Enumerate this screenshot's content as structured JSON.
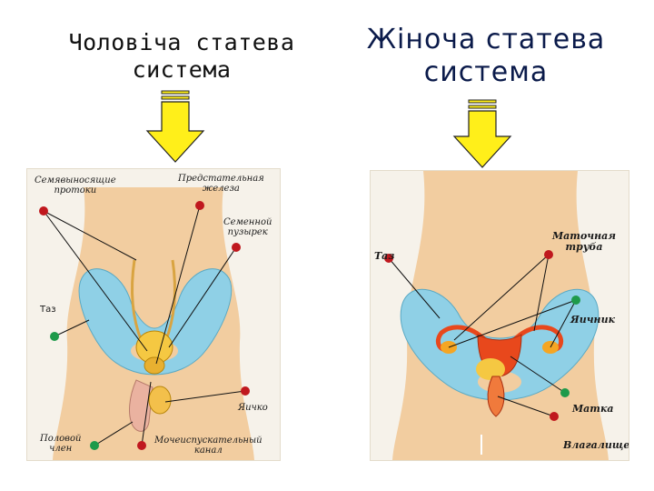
{
  "titles": {
    "left_line1": "Чоловіча статева",
    "left_line2": "система",
    "right_line1": "Жіноча статева",
    "right_line2": "система"
  },
  "male_labels": {
    "vas_deferens_1": "Семявыносящие",
    "vas_deferens_2": "протоки",
    "prostate_1": "Предстательная",
    "prostate_2": "железа",
    "seminal_1": "Семенной",
    "seminal_2": "пузырек",
    "pelvis": "Таз",
    "testicle": "Яичко",
    "penis_1": "Половой",
    "penis_2": "член",
    "urethra_1": "Мочеиспускательный",
    "urethra_2": "канал"
  },
  "female_labels": {
    "pelvis": "Таз",
    "tube_1": "Маточная",
    "tube_2": "труба",
    "ovary": "Яичник",
    "uterus": "Матка",
    "vagina": "Влагалище"
  },
  "colors": {
    "arrow_fill": "#ffef1a",
    "bone": "#8fd0e6",
    "skin": "#f2cda0",
    "organ_orange": "#f5a623",
    "organ_red": "#e8481c",
    "pin_red": "#c0181e",
    "pin_green": "#1e9a4a"
  }
}
